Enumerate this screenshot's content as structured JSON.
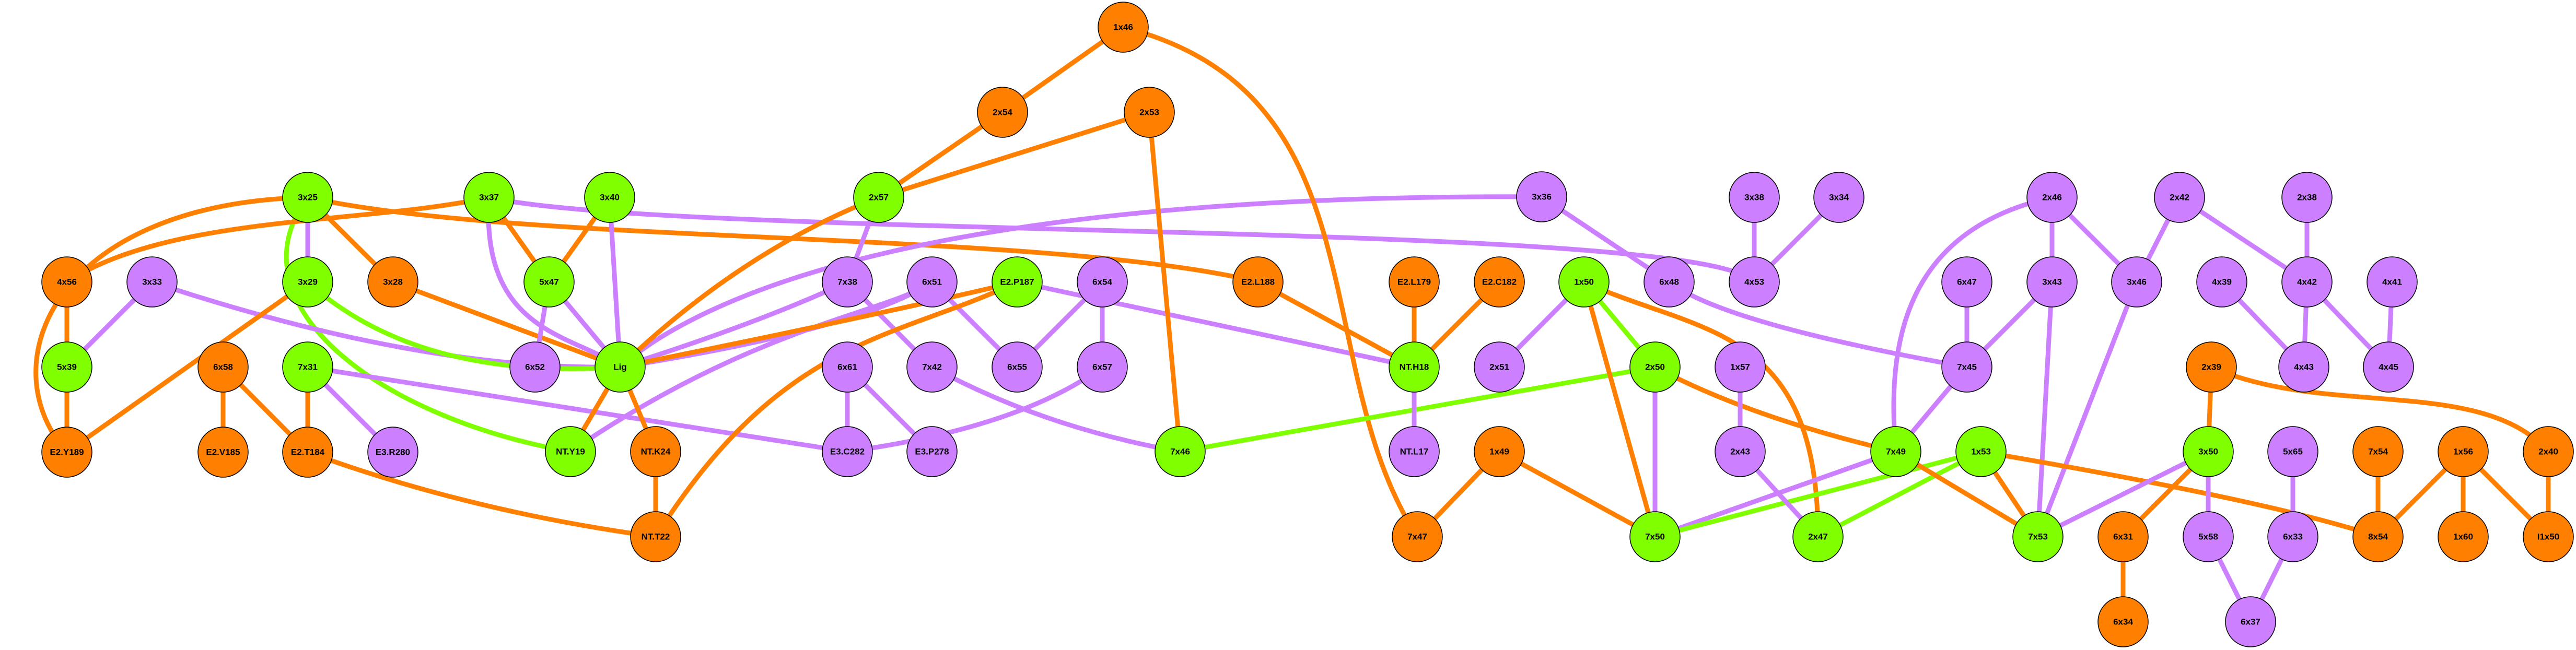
{
  "colors": {
    "green": "#80ff00",
    "orange": "#ff8000",
    "purple": "#cc80ff"
  },
  "nodes": [
    {
      "id": "1x46",
      "type": "orange"
    },
    {
      "id": "2x54",
      "type": "orange"
    },
    {
      "id": "2x53",
      "type": "orange"
    },
    {
      "id": "3x25",
      "type": "green"
    },
    {
      "id": "3x37",
      "type": "green"
    },
    {
      "id": "3x40",
      "type": "green"
    },
    {
      "id": "2x57",
      "type": "green"
    },
    {
      "id": "3x36",
      "type": "purple"
    },
    {
      "id": "3x38",
      "type": "purple"
    },
    {
      "id": "3x34",
      "type": "purple"
    },
    {
      "id": "2x46",
      "type": "purple"
    },
    {
      "id": "2x42",
      "type": "purple"
    },
    {
      "id": "2x38",
      "type": "purple"
    },
    {
      "id": "4x56",
      "type": "orange"
    },
    {
      "id": "3x33",
      "type": "purple"
    },
    {
      "id": "3x29",
      "type": "green"
    },
    {
      "id": "3x28",
      "type": "orange"
    },
    {
      "id": "5x47",
      "type": "green"
    },
    {
      "id": "7x38",
      "type": "purple"
    },
    {
      "id": "6x51",
      "type": "purple"
    },
    {
      "id": "E2.P187",
      "type": "green"
    },
    {
      "id": "6x54",
      "type": "purple"
    },
    {
      "id": "E2.L188",
      "type": "orange"
    },
    {
      "id": "E2.L179",
      "type": "orange"
    },
    {
      "id": "E2.C182",
      "type": "orange"
    },
    {
      "id": "1x50",
      "type": "green"
    },
    {
      "id": "6x48",
      "type": "purple"
    },
    {
      "id": "4x53",
      "type": "purple"
    },
    {
      "id": "6x47",
      "type": "purple"
    },
    {
      "id": "3x43",
      "type": "purple"
    },
    {
      "id": "3x46",
      "type": "purple"
    },
    {
      "id": "4x39",
      "type": "purple"
    },
    {
      "id": "4x42",
      "type": "purple"
    },
    {
      "id": "4x41",
      "type": "purple"
    },
    {
      "id": "5x39",
      "type": "green"
    },
    {
      "id": "6x58",
      "type": "orange"
    },
    {
      "id": "7x31",
      "type": "green"
    },
    {
      "id": "6x52",
      "type": "purple"
    },
    {
      "id": "Lig",
      "type": "green"
    },
    {
      "id": "6x61",
      "type": "purple"
    },
    {
      "id": "7x42",
      "type": "purple"
    },
    {
      "id": "6x55",
      "type": "purple"
    },
    {
      "id": "6x57",
      "type": "purple"
    },
    {
      "id": "NT.H18",
      "type": "green"
    },
    {
      "id": "2x51",
      "type": "purple"
    },
    {
      "id": "2x50",
      "type": "green"
    },
    {
      "id": "1x57",
      "type": "purple"
    },
    {
      "id": "7x45",
      "type": "purple"
    },
    {
      "id": "2x39",
      "type": "orange"
    },
    {
      "id": "4x43",
      "type": "purple"
    },
    {
      "id": "4x45",
      "type": "purple"
    },
    {
      "id": "E2.Y189",
      "type": "orange"
    },
    {
      "id": "E2.V185",
      "type": "orange"
    },
    {
      "id": "E2.T184",
      "type": "orange"
    },
    {
      "id": "E3.R280",
      "type": "purple"
    },
    {
      "id": "NT.Y19",
      "type": "green"
    },
    {
      "id": "NT.K24",
      "type": "orange"
    },
    {
      "id": "E3.C282",
      "type": "purple"
    },
    {
      "id": "E3.P278",
      "type": "purple"
    },
    {
      "id": "7x46",
      "type": "green"
    },
    {
      "id": "NT.L17",
      "type": "purple"
    },
    {
      "id": "1x49",
      "type": "orange"
    },
    {
      "id": "2x43",
      "type": "purple"
    },
    {
      "id": "7x49",
      "type": "green"
    },
    {
      "id": "1x53",
      "type": "green"
    },
    {
      "id": "3x50",
      "type": "green"
    },
    {
      "id": "5x65",
      "type": "purple"
    },
    {
      "id": "7x54",
      "type": "orange"
    },
    {
      "id": "1x56",
      "type": "orange"
    },
    {
      "id": "2x40",
      "type": "orange"
    },
    {
      "id": "NT.T22",
      "type": "orange"
    },
    {
      "id": "7x47",
      "type": "orange"
    },
    {
      "id": "7x50",
      "type": "green"
    },
    {
      "id": "2x47",
      "type": "green"
    },
    {
      "id": "7x53",
      "type": "green"
    },
    {
      "id": "6x31",
      "type": "orange"
    },
    {
      "id": "5x58",
      "type": "purple"
    },
    {
      "id": "6x33",
      "type": "purple"
    },
    {
      "id": "8x54",
      "type": "orange"
    },
    {
      "id": "1x60",
      "type": "orange"
    },
    {
      "id": "I1x50",
      "type": "orange"
    },
    {
      "id": "6x34",
      "type": "orange"
    },
    {
      "id": "6x37",
      "type": "purple"
    }
  ],
  "edges": [
    [
      "3x25",
      "E2.Y189",
      "orange"
    ],
    [
      "3x25",
      "3x29",
      "purple"
    ],
    [
      "3x25",
      "3x28",
      "orange"
    ],
    [
      "3x25",
      "NT.Y19",
      "green"
    ],
    [
      "3x25",
      "E2.L188",
      "orange"
    ],
    [
      "4x56",
      "3x37",
      "orange"
    ],
    [
      "4x56",
      "5x39",
      "orange"
    ],
    [
      "3x33",
      "5x39",
      "purple"
    ],
    [
      "3x33",
      "Lig",
      "purple"
    ],
    [
      "3x29",
      "E2.Y189",
      "orange"
    ],
    [
      "3x29",
      "Lig",
      "green"
    ],
    [
      "3x28",
      "Lig",
      "orange"
    ],
    [
      "5x39",
      "E2.Y189",
      "orange"
    ],
    [
      "6x58",
      "E2.V185",
      "orange"
    ],
    [
      "6x58",
      "E2.T184",
      "orange"
    ],
    [
      "7x31",
      "E2.T184",
      "orange"
    ],
    [
      "7x31",
      "E3.R280",
      "purple"
    ],
    [
      "7x31",
      "E3.C282",
      "purple"
    ],
    [
      "E2.T184",
      "NT.T22",
      "orange"
    ],
    [
      "3x37",
      "5x47",
      "orange"
    ],
    [
      "3x37",
      "Lig",
      "purple"
    ],
    [
      "3x37",
      "4x53",
      "purple"
    ],
    [
      "3x36",
      "Lig",
      "purple"
    ],
    [
      "3x40",
      "5x47",
      "orange"
    ],
    [
      "3x40",
      "Lig",
      "purple"
    ],
    [
      "5x47",
      "6x52",
      "purple"
    ],
    [
      "5x47",
      "Lig",
      "purple"
    ],
    [
      "2x57",
      "Lig",
      "orange"
    ],
    [
      "2x57",
      "7x38",
      "purple"
    ],
    [
      "7x38",
      "Lig",
      "purple"
    ],
    [
      "7x38",
      "7x42",
      "purple"
    ],
    [
      "6x51",
      "Lig",
      "purple"
    ],
    [
      "6x51",
      "6x55",
      "purple"
    ],
    [
      "NT.Y19",
      "6x51",
      "purple"
    ],
    [
      "E2.P187",
      "Lig",
      "orange"
    ],
    [
      "E2.P187",
      "NT.T22",
      "orange"
    ],
    [
      "E2.P187",
      "NT.H18",
      "purple"
    ],
    [
      "Lig",
      "NT.Y19",
      "orange"
    ],
    [
      "Lig",
      "NT.K24",
      "orange"
    ],
    [
      "NT.K24",
      "NT.T22",
      "orange"
    ],
    [
      "6x61",
      "E3.C282",
      "purple"
    ],
    [
      "6x61",
      "E3.P278",
      "purple"
    ],
    [
      "6x57",
      "E3.C282",
      "purple"
    ],
    [
      "7x42",
      "7x46",
      "purple"
    ],
    [
      "6x54",
      "6x55",
      "purple"
    ],
    [
      "6x54",
      "6x57",
      "purple"
    ],
    [
      "1x46",
      "2x54",
      "orange"
    ],
    [
      "1x46",
      "7x47",
      "orange"
    ],
    [
      "2x54",
      "2x57",
      "orange"
    ],
    [
      "2x53",
      "2x57",
      "orange"
    ],
    [
      "2x53",
      "7x46",
      "orange"
    ],
    [
      "7x46",
      "2x50",
      "green"
    ],
    [
      "E2.L188",
      "NT.H18",
      "orange"
    ],
    [
      "E2.L179",
      "NT.H18",
      "orange"
    ],
    [
      "E2.C182",
      "NT.H18",
      "orange"
    ],
    [
      "NT.H18",
      "NT.L17",
      "purple"
    ],
    [
      "3x36",
      "6x48",
      "purple"
    ],
    [
      "6x48",
      "7x45",
      "purple"
    ],
    [
      "1x50",
      "2x51",
      "purple"
    ],
    [
      "1x50",
      "2x50",
      "green"
    ],
    [
      "1x50",
      "7x50",
      "orange"
    ],
    [
      "1x50",
      "2x47",
      "orange"
    ],
    [
      "2x50",
      "7x50",
      "purple"
    ],
    [
      "2x50",
      "7x49",
      "orange"
    ],
    [
      "1x49",
      "7x47",
      "orange"
    ],
    [
      "1x49",
      "7x50",
      "orange"
    ],
    [
      "7x50",
      "7x49",
      "purple"
    ],
    [
      "7x50",
      "1x53",
      "green"
    ],
    [
      "1x57",
      "2x43",
      "purple"
    ],
    [
      "2x43",
      "2x47",
      "purple"
    ],
    [
      "2x47",
      "1x53",
      "green"
    ],
    [
      "3x38",
      "4x53",
      "purple"
    ],
    [
      "3x34",
      "4x53",
      "purple"
    ],
    [
      "2x46",
      "7x49",
      "purple"
    ],
    [
      "2x46",
      "3x43",
      "purple"
    ],
    [
      "2x46",
      "3x46",
      "purple"
    ],
    [
      "2x42",
      "3x46",
      "purple"
    ],
    [
      "2x42",
      "4x42",
      "purple"
    ],
    [
      "2x38",
      "4x42",
      "purple"
    ],
    [
      "4x39",
      "4x43",
      "purple"
    ],
    [
      "4x42",
      "4x43",
      "purple"
    ],
    [
      "4x42",
      "4x45",
      "purple"
    ],
    [
      "4x41",
      "4x45",
      "purple"
    ],
    [
      "6x47",
      "7x45",
      "purple"
    ],
    [
      "3x43",
      "7x45",
      "purple"
    ],
    [
      "3x43",
      "7x53",
      "purple"
    ],
    [
      "3x46",
      "7x53",
      "purple"
    ],
    [
      "7x45",
      "7x49",
      "purple"
    ],
    [
      "7x49",
      "7x53",
      "orange"
    ],
    [
      "1x53",
      "7x53",
      "orange"
    ],
    [
      "1x53",
      "8x54",
      "orange"
    ],
    [
      "3x50",
      "7x53",
      "purple"
    ],
    [
      "3x50",
      "6x31",
      "orange"
    ],
    [
      "3x50",
      "5x58",
      "purple"
    ],
    [
      "2x39",
      "3x50",
      "orange"
    ],
    [
      "2x39",
      "2x40",
      "orange"
    ],
    [
      "5x65",
      "6x33",
      "purple"
    ],
    [
      "5x58",
      "6x37",
      "purple"
    ],
    [
      "6x33",
      "6x37",
      "purple"
    ],
    [
      "6x31",
      "6x34",
      "orange"
    ],
    [
      "7x54",
      "8x54",
      "orange"
    ],
    [
      "1x56",
      "8x54",
      "orange"
    ],
    [
      "1x56",
      "1x60",
      "orange"
    ],
    [
      "1x56",
      "I1x50",
      "orange"
    ],
    [
      "2x40",
      "I1x50",
      "orange"
    ]
  ]
}
